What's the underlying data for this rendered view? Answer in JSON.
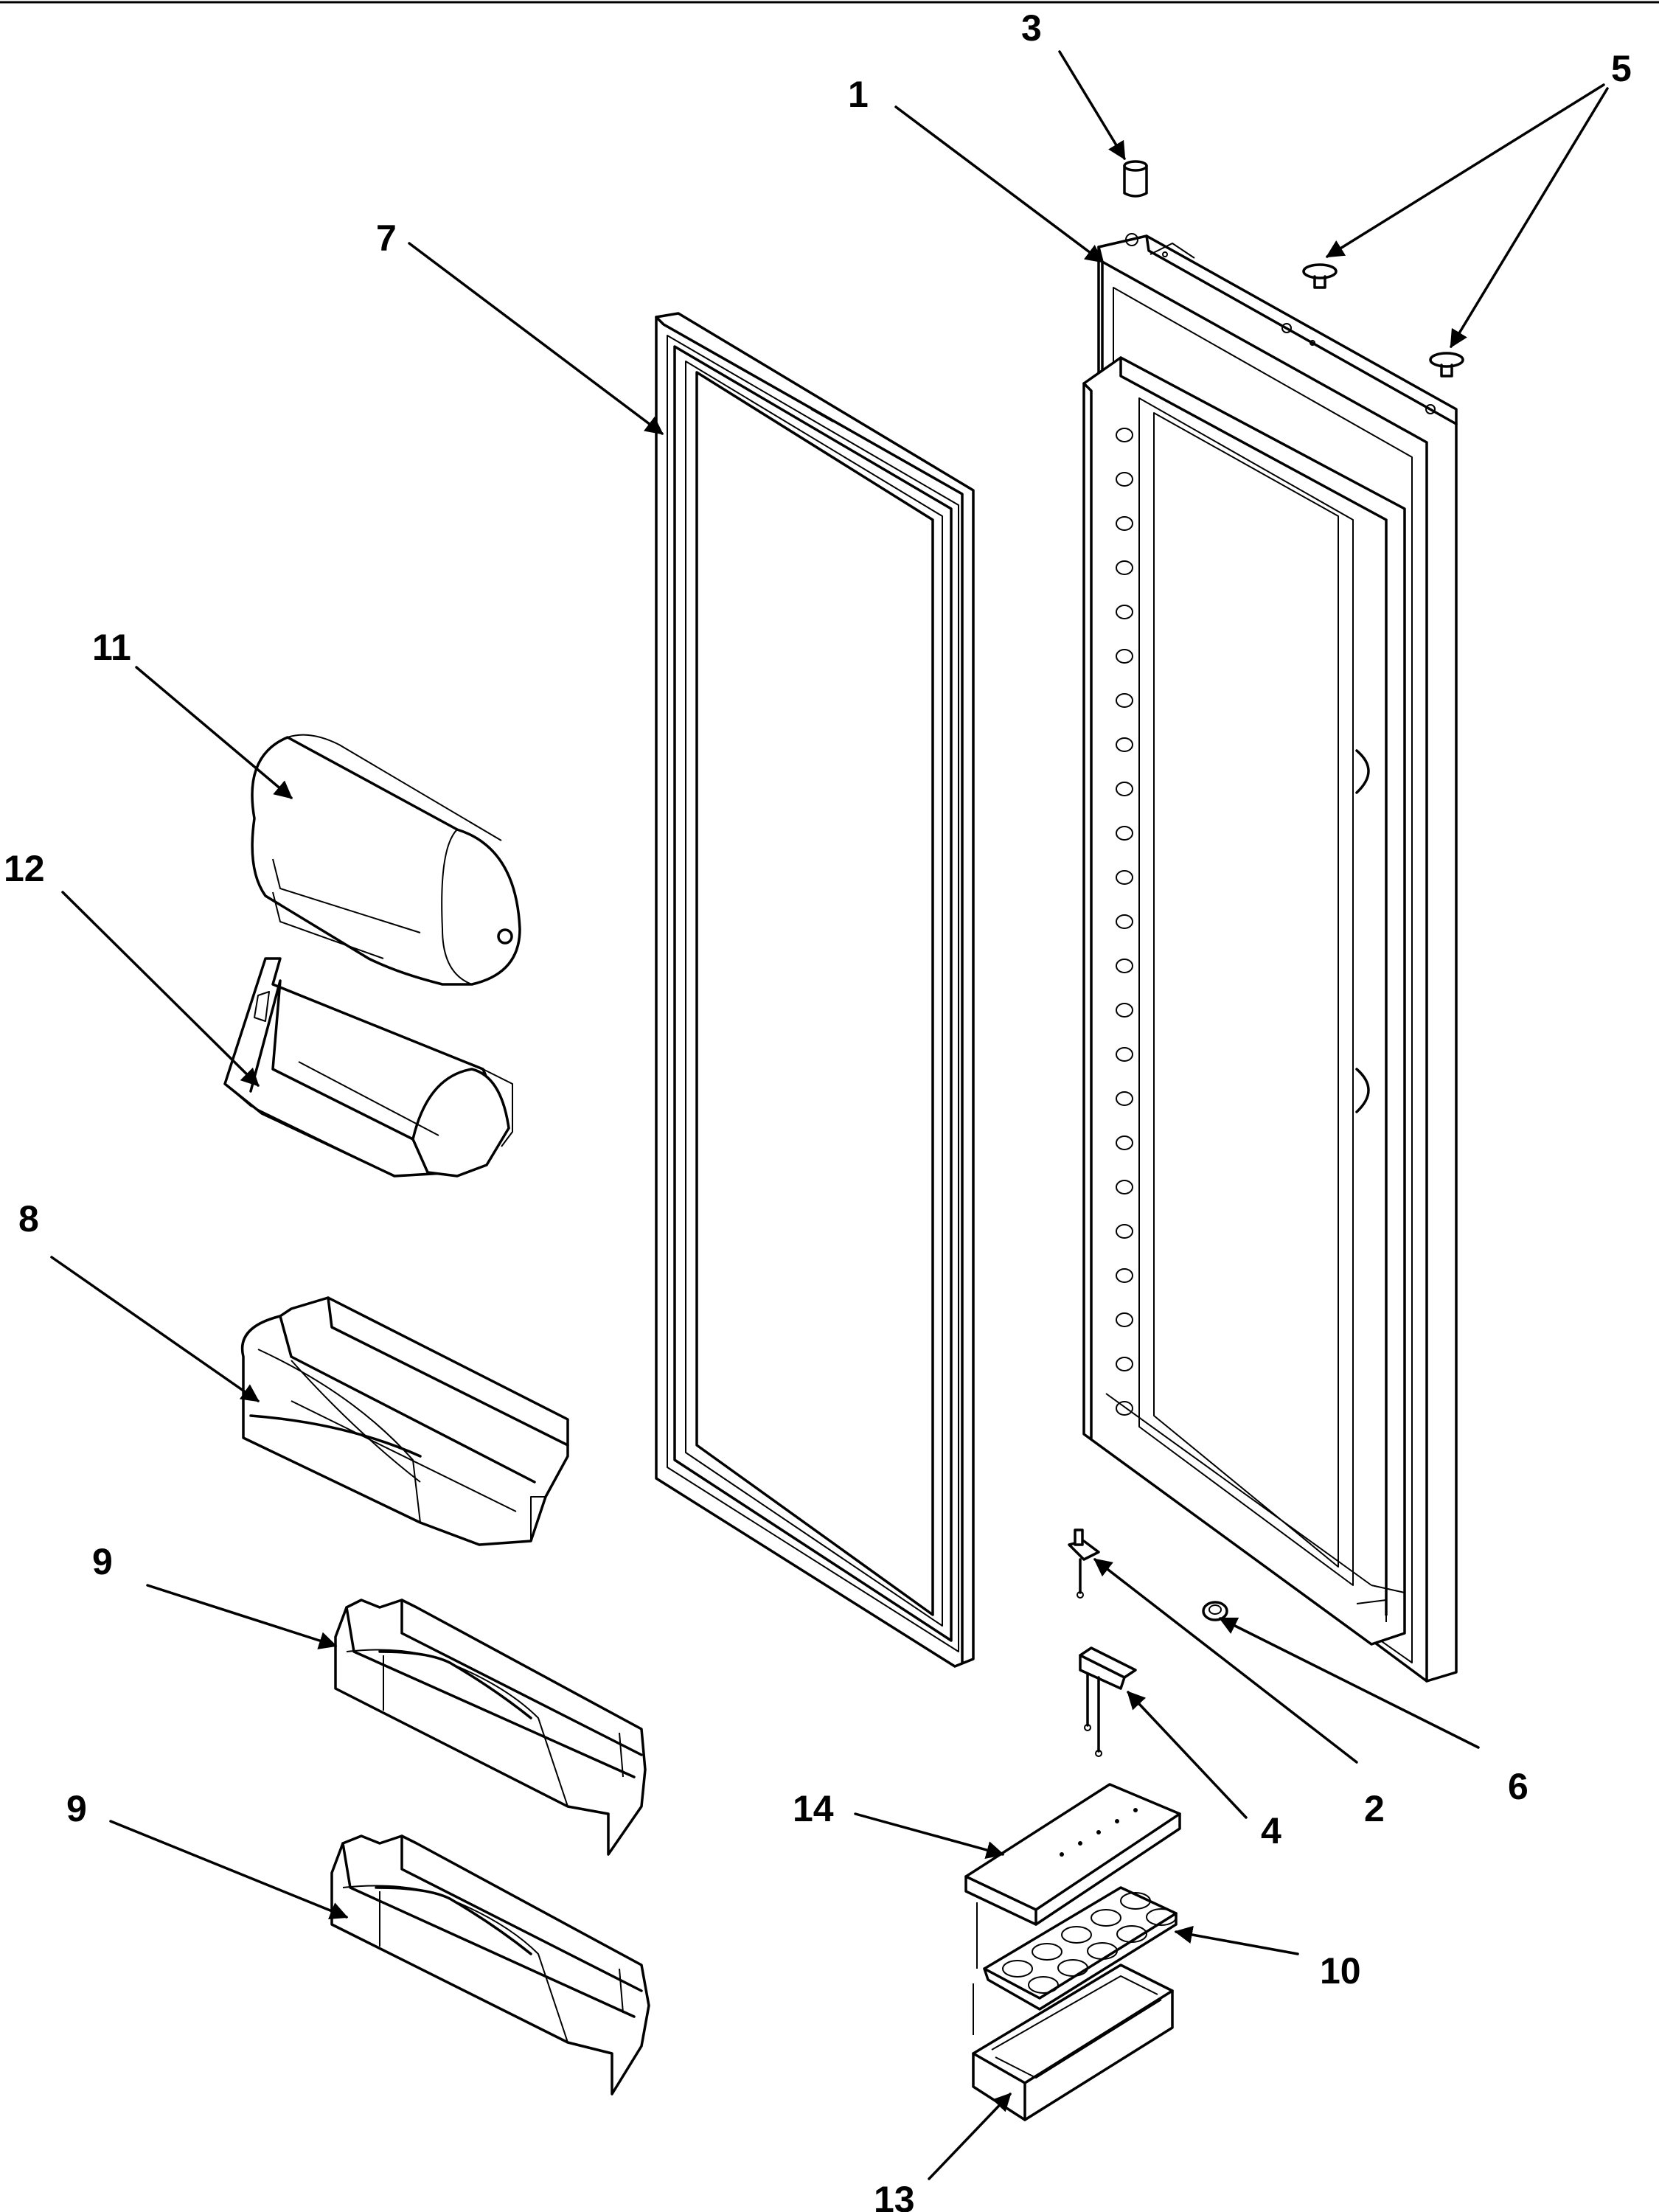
{
  "callouts": [
    {
      "id": "c1",
      "text": "1"
    },
    {
      "id": "c2",
      "text": "2"
    },
    {
      "id": "c3",
      "text": "3"
    },
    {
      "id": "c4a",
      "text": "4"
    },
    {
      "id": "c5",
      "text": "5"
    },
    {
      "id": "c6",
      "text": "6"
    },
    {
      "id": "c7",
      "text": "7"
    },
    {
      "id": "c8",
      "text": "8"
    },
    {
      "id": "c9a",
      "text": "9"
    },
    {
      "id": "c9b",
      "text": "9"
    },
    {
      "id": "c10",
      "text": "10"
    },
    {
      "id": "c11",
      "text": "11"
    },
    {
      "id": "c12",
      "text": "12"
    },
    {
      "id": "c13",
      "text": "13"
    },
    {
      "id": "c14",
      "text": "14"
    }
  ],
  "colors": {
    "line": "#000000",
    "background": "#ffffff",
    "shade": "#e9e9e9"
  }
}
